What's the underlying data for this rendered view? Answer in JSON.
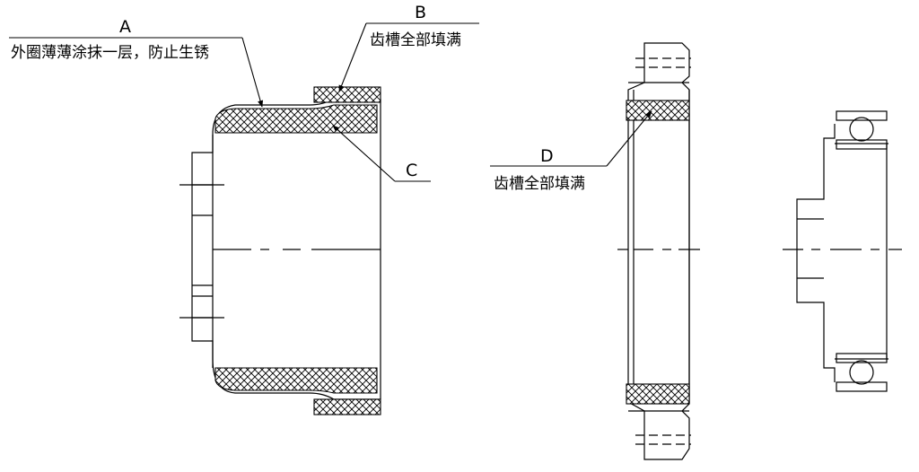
{
  "annotations": {
    "A": {
      "letter": "A",
      "note": "外圈薄薄涂抹一层，防止生锈"
    },
    "B": {
      "letter": "B",
      "note": "齿槽全部填满"
    },
    "C": {
      "letter": "C"
    },
    "D": {
      "letter": "D",
      "note": "齿槽全部填满"
    }
  }
}
